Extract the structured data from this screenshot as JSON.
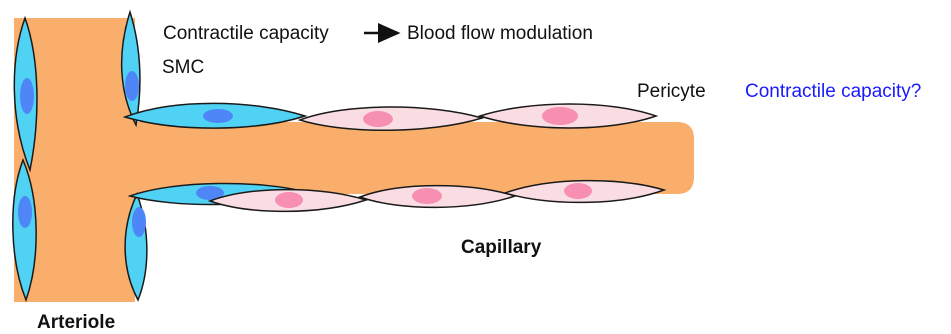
{
  "labels": {
    "smc_effect_left": "Contractile capacity",
    "smc_effect_right": "Blood flow modulation",
    "smc": "SMC",
    "pericyte": "Pericyte",
    "pericyte_question": "Contractile capacity?",
    "capillary": "Capillary",
    "arteriole": "Arteriole"
  },
  "colors": {
    "vessel": "#F9AE6B",
    "smc_fill": "#4FD2F4",
    "smc_nucleus": "#4F86F7",
    "pericyte_fill": "#FADDE3",
    "pericyte_nucleus": "#F78FB3",
    "outline": "#1A1A1A",
    "question_text": "#1A1AFF"
  }
}
